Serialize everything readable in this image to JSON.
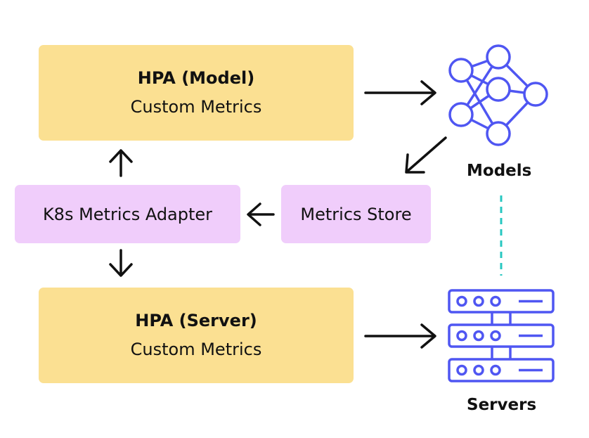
{
  "hpa_model": {
    "title": "HPA (Model)",
    "subtitle": "Custom Metrics"
  },
  "hpa_server": {
    "title": "HPA (Server)",
    "subtitle": "Custom Metrics"
  },
  "adapter": {
    "label": "K8s Metrics Adapter"
  },
  "metrics_store": {
    "label": "Metrics Store"
  },
  "models": {
    "label": "Models",
    "icon": "neural-network-icon"
  },
  "servers": {
    "label": "Servers",
    "icon": "server-rack-icon"
  },
  "colors": {
    "hpa_fill": "#fbe092",
    "metrics_fill": "#f0cdfb",
    "icon_stroke": "#4f56f2",
    "dashed_link": "#27c7c0",
    "arrow": "#111111"
  }
}
